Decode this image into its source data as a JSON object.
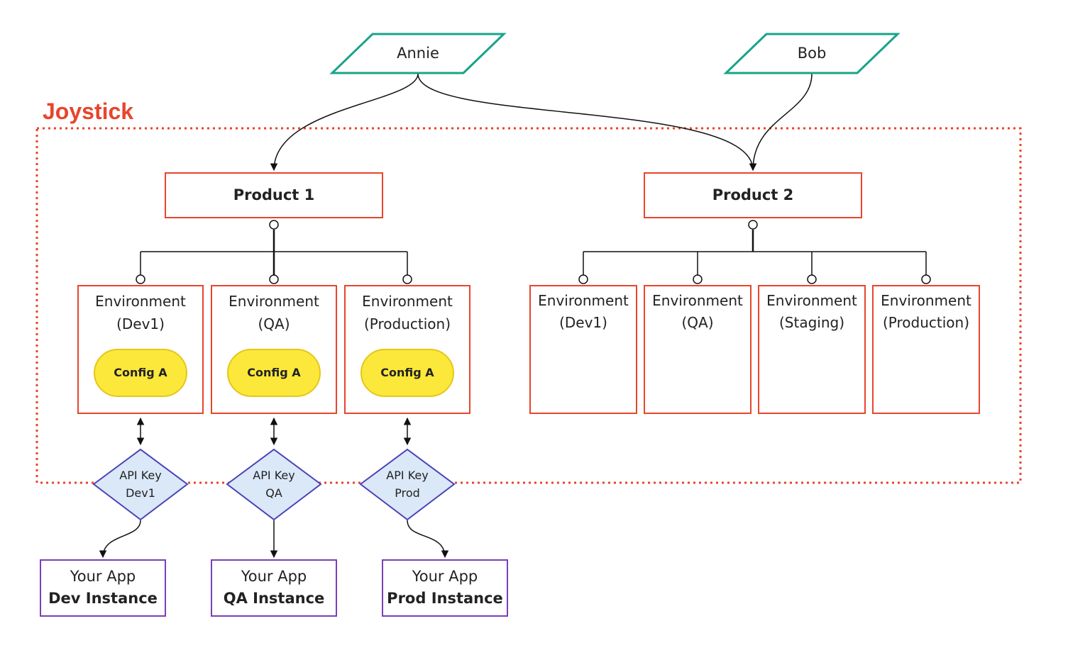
{
  "colors": {
    "boundary": "#e8452c",
    "product_border": "#e8452c",
    "environment_border": "#e8452c",
    "user_border": "#1aa38a",
    "config_fill": "#fbe83b",
    "config_border": "#e6c619",
    "api_key_fill": "#dbe8f8",
    "api_key_border": "#4a43b8",
    "app_border": "#7a3fb8",
    "connector": "#111111"
  },
  "boundary": {
    "title": "Joystick"
  },
  "users": [
    {
      "name": "Annie"
    },
    {
      "name": "Bob"
    }
  ],
  "products": [
    {
      "name": "Product 1",
      "environments": [
        {
          "title": "Environment",
          "subtitle": "(Dev1)",
          "config": "Config A"
        },
        {
          "title": "Environment",
          "subtitle": "(QA)",
          "config": "Config A"
        },
        {
          "title": "Environment",
          "subtitle": "(Production)",
          "config": "Config A"
        }
      ]
    },
    {
      "name": "Product 2",
      "environments": [
        {
          "title": "Environment",
          "subtitle": "(Dev1)"
        },
        {
          "title": "Environment",
          "subtitle": "(QA)"
        },
        {
          "title": "Environment",
          "subtitle": "(Staging)"
        },
        {
          "title": "Environment",
          "subtitle": "(Production)"
        }
      ]
    }
  ],
  "api_keys": [
    {
      "line1": "API Key",
      "line2": "Dev1"
    },
    {
      "line1": "API Key",
      "line2": "QA"
    },
    {
      "line1": "API Key",
      "line2": "Prod"
    }
  ],
  "apps": [
    {
      "line1": "Your App",
      "line2": "Dev Instance"
    },
    {
      "line1": "Your App",
      "line2": "QA Instance"
    },
    {
      "line1": "Your App",
      "line2": "Prod Instance"
    }
  ]
}
